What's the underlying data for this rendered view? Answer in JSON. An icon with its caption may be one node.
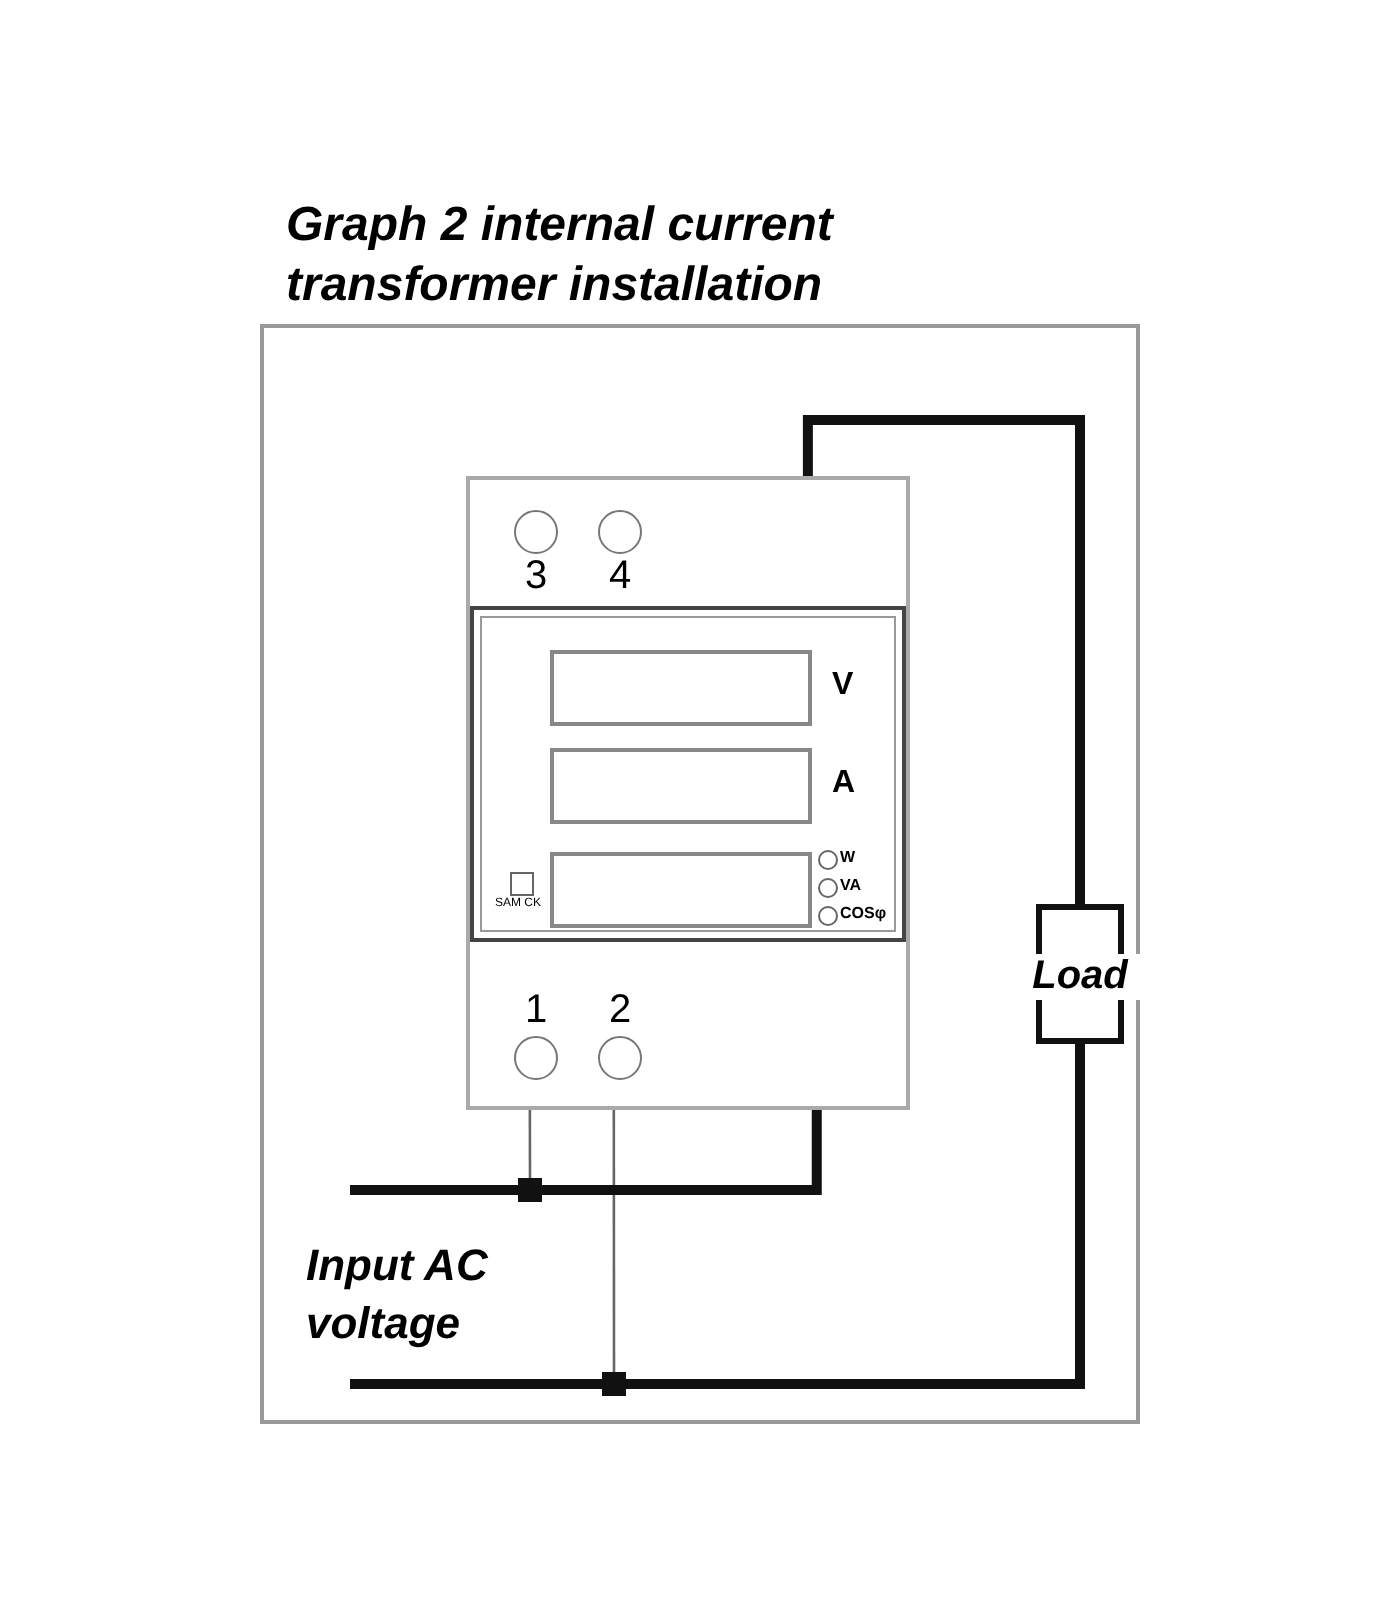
{
  "diagram": {
    "title": "Graph 2 internal current transformer installation",
    "nodes": [
      {
        "text": [],
        "shape": "box"
      },
      {
        "text": [
          "3"
        ],
        "in": 0
      },
      {
        "text": [
          "4"
        ],
        "in": 0
      },
      {
        "text": [],
        "shape": "box",
        "beside": [
          "V"
        ],
        "in": 0
      },
      {
        "text": [],
        "shape": "box",
        "beside": [
          "A"
        ],
        "in": 0
      },
      {
        "text": [],
        "shape": "box",
        "beside": [
          "W",
          "VA",
          "COSφ"
        ],
        "in": 0
      },
      {
        "text": [],
        "shape": "box",
        "beside": [
          "SAM CK"
        ],
        "in": 0
      },
      {
        "text": [
          "1"
        ],
        "in": 0
      },
      {
        "text": [
          "2"
        ],
        "in": 0
      },
      {
        "text": [
          "Load"
        ]
      },
      {
        "text": [],
        "shape": "box"
      },
      {
        "text": [],
        "shape": "box"
      }
    ],
    "edges": [
      {
        "from": 0,
        "to": 9,
        "arrow": "none"
      },
      {
        "from": 9,
        "to": 11,
        "arrow": "none"
      },
      {
        "from": 11,
        "to": null,
        "arrow": "none"
      },
      {
        "from": 7,
        "to": 10,
        "arrow": "none",
        "color": "#666666"
      },
      {
        "from": 8,
        "to": 11,
        "arrow": "none",
        "color": "#666666"
      },
      {
        "from": 0,
        "to": 10,
        "arrow": "none"
      },
      {
        "from": 10,
        "to": null,
        "arrow": "none"
      }
    ],
    "labels": [
      "Input AC voltage"
    ]
  }
}
